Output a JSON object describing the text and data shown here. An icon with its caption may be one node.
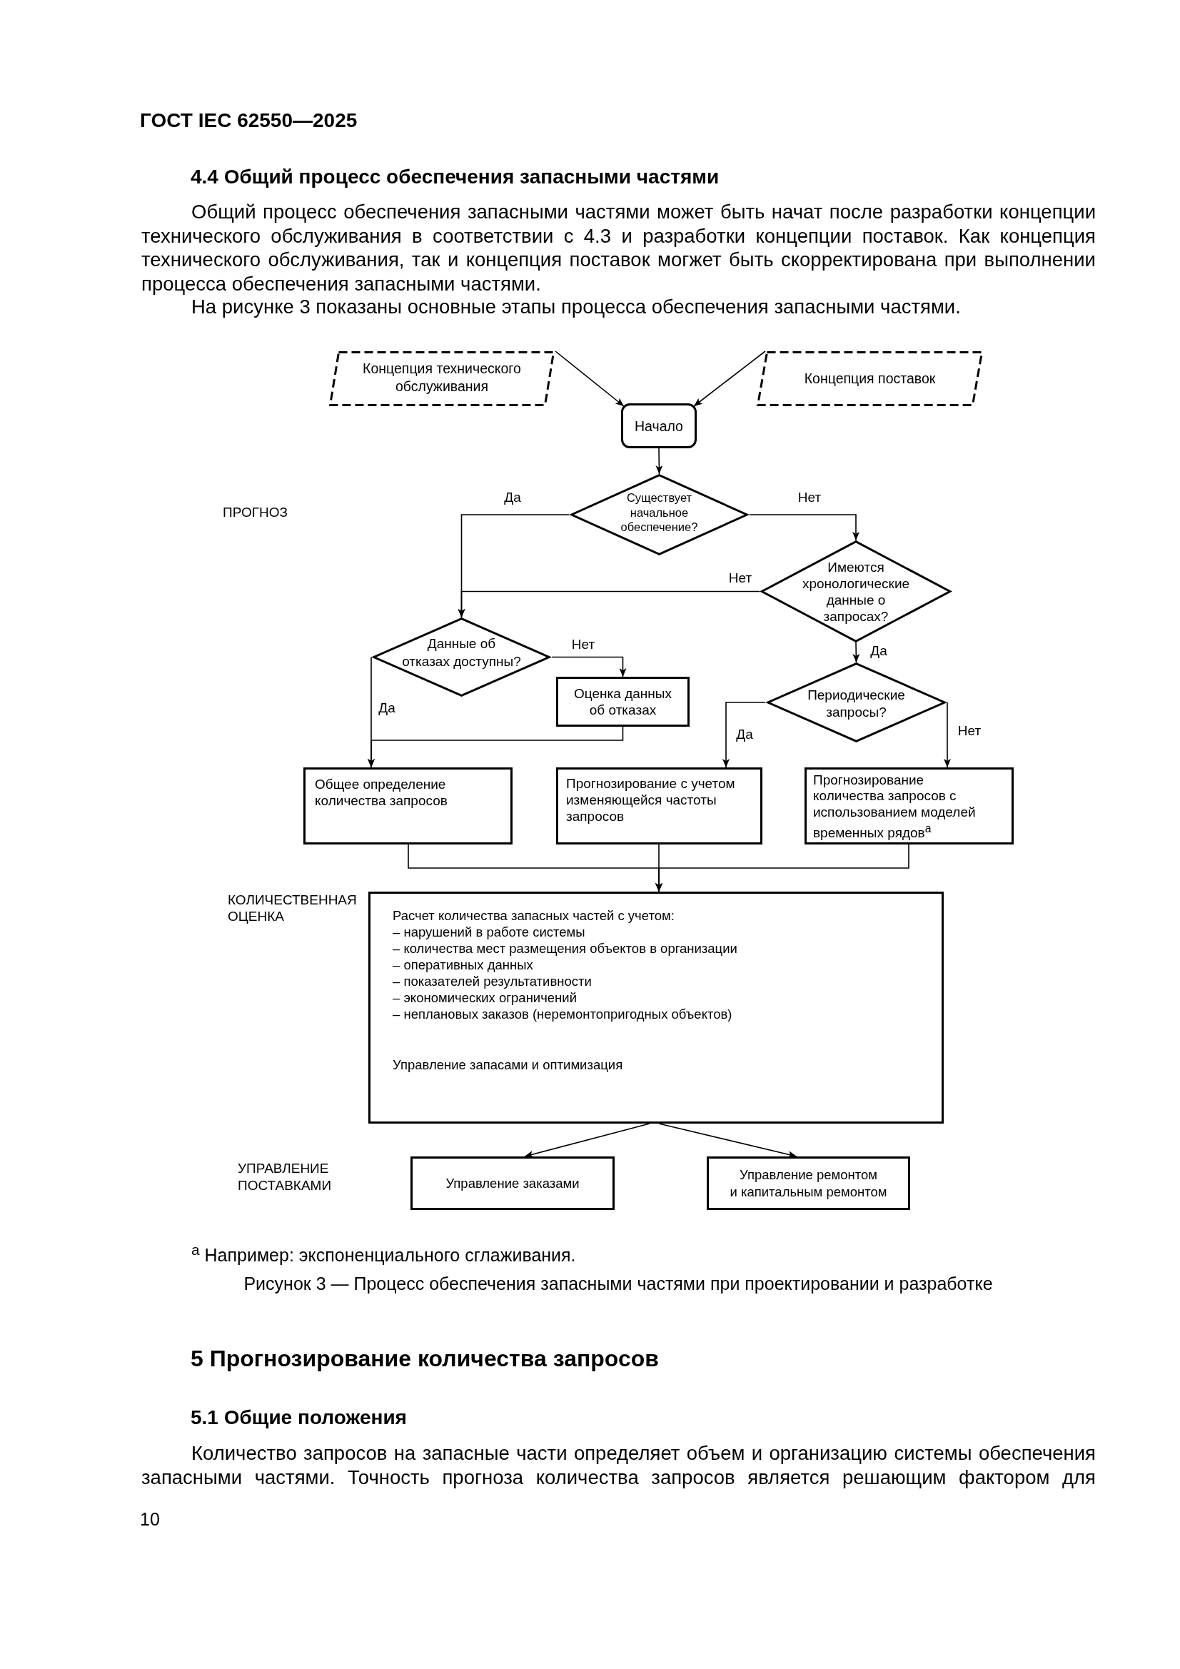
{
  "diagram": {
    "caption": "Рисунок 3 — Процесс обеспечения запасными частями при проектировании и разработке",
    "nodes": [
      {
        "text": [
          "Концепция технического обслуживания"
        ]
      },
      {
        "text": [
          "Концепция поставок"
        ]
      },
      {
        "text": [
          "Начало"
        ]
      },
      {
        "text": [
          "Существует начальное обеспечение?"
        ]
      },
      {
        "text": [
          "Имеются хронологические данные о запросах?"
        ]
      },
      {
        "text": [
          "Данные об отказах доступны?"
        ]
      },
      {
        "text": [
          "Оценка данных об отказах"
        ]
      },
      {
        "text": [
          "Периодические запросы?"
        ]
      },
      {
        "text": [
          "Общее определение количества запросов"
        ]
      },
      {
        "text": [
          "Прогнозирование с учетом изменяющейся частоты запросов"
        ]
      },
      {
        "text": [
          "Прогнозирование количества запросов с использованием моделей временных рядов$^{а}$"
        ]
      },
      {
        "text": [
          "Расчет количества запасных частей с учетом:",
          "– нарушений в работе системы",
          "– количества мест размещения объектов в организации",
          "– оперативных данных",
          "– показателей результативности",
          "– экономических ограничений",
          "– неплановых заказов (неремонтопригодных объектов)",
          "Управление запасами и оптимизация"
        ]
      },
      {
        "text": [
          "Управление заказами"
        ]
      },
      {
        "text": [
          "Управление ремонтом и капитальным ремонтом"
        ]
      }
    ],
    "edges": [
      {
        "from": 0,
        "to": 2,
        "arrow": "to"
      },
      {
        "from": 1,
        "to": 2,
        "arrow": "to"
      },
      {
        "from": 2,
        "to": 3,
        "arrow": "to"
      },
      {
        "from": 3,
        "to": 5,
        "arrow": "to",
        "label": "Да"
      },
      {
        "from": 3,
        "to": 4,
        "arrow": "to",
        "label": "Нет"
      },
      {
        "from": 4,
        "to": 5,
        "arrow": "to",
        "label": "Нет"
      },
      {
        "from": 4,
        "to": 7,
        "arrow": "to",
        "label": "Да"
      },
      {
        "from": 5,
        "to": 6,
        "arrow": "to",
        "label": "Нет"
      },
      {
        "from": 5,
        "to": 8,
        "arrow": "to",
        "label": "Да"
      },
      {
        "from": 6,
        "to": 8,
        "arrow": "to"
      },
      {
        "from": 7,
        "to": 9,
        "arrow": "to",
        "label": "Да"
      },
      {
        "from": 7,
        "to": 10,
        "arrow": "to",
        "label": "Нет"
      },
      {
        "from": 8,
        "to": 11,
        "arrow": "to"
      },
      {
        "from": 9,
        "to": 11,
        "arrow": "to"
      },
      {
        "from": 10,
        "to": 11,
        "arrow": "to"
      },
      {
        "from": 11,
        "to": 12,
        "arrow": "to"
      },
      {
        "from": 11,
        "to": 13,
        "arrow": "to"
      }
    ],
    "labels": [
      "ГОСТ IEC 62550—2025",
      "4.4 Общий процесс обеспечения запасными частями",
      "Общий процесс обеспечения запасными частями может быть начат после разработки концепции технического обслуживания в соответствии с 4.3 и разработки концепции поставок. Как концепция технического обслуживания, так и концепция поставок могжет быть скорректирована при выполнении процесса обеспечения запасными частями.",
      "На рисунке 3 показаны основные этапы процесса обеспечения запасными частями.",
      "ПРОГНОЗ",
      "КОЛИЧЕСТВЕННАЯ ОЦЕНКА",
      "УПРАВЛЕНИЕ ПОСТАВКАМИ",
      "$^{а}$ Например: экспоненциального сглаживания.",
      "5 Прогнозирование количества запросов",
      "5.1 Общие положения",
      "Количество запросов на запасные части определяет объем и организацию системы обеспечения запасными частями. Точность прогноза количества запросов является решающим фактором для",
      "10"
    ]
  }
}
